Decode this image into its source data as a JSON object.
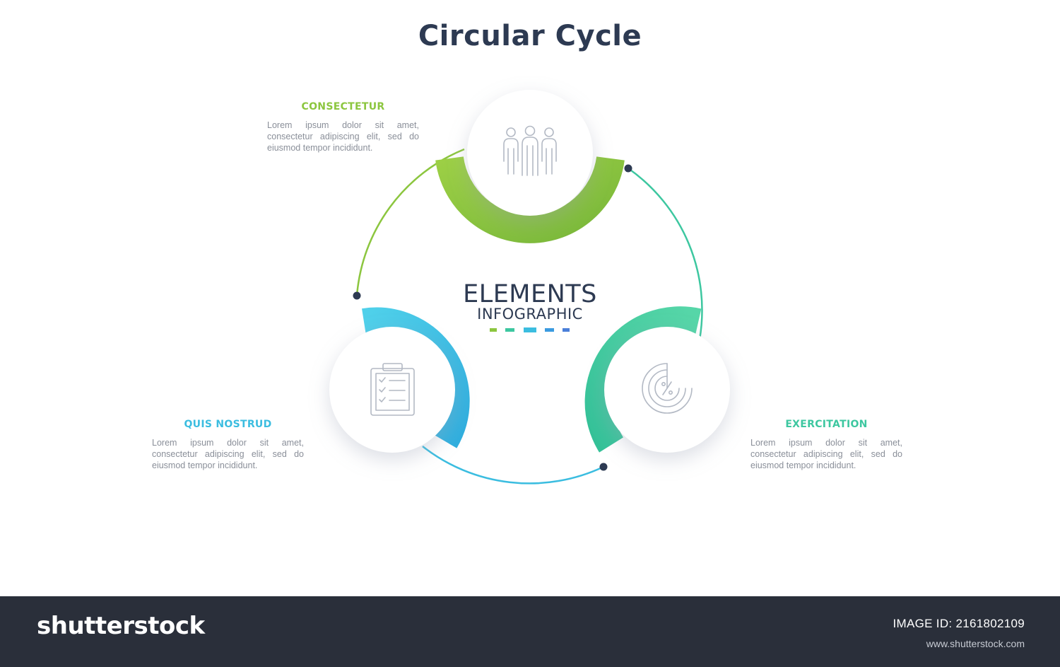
{
  "title": "Circular Cycle",
  "center": {
    "title": "ELEMENTS",
    "subtitle": "INFOGRAPHIC"
  },
  "colors": {
    "title": "#2d3a52",
    "green": "#8cc63f",
    "teal": "#3dc7a0",
    "blue": "#3bbde0",
    "dot": "#2d3a52",
    "legend_bars": [
      "#8cc63f",
      "#3dc7a0",
      "#3bbde0",
      "#3b9be0",
      "#4a7fd9"
    ]
  },
  "steps": [
    {
      "title": "CONSECTETUR",
      "color": "#8cc63f",
      "icon": "people-team-icon",
      "text": "Lorem ipsum dolor sit amet, consectetur adipiscing elit, sed do eiusmod tempor incididunt."
    },
    {
      "title": "QUIS NOSTRUD",
      "color": "#3bbde0",
      "icon": "clipboard-checklist-icon",
      "text": "Lorem ipsum dolor sit amet, consectetur adipiscing elit, sed do eiusmod tempor incididunt."
    },
    {
      "title": "EXERCITATION",
      "color": "#3dc7a0",
      "icon": "percent-chart-icon",
      "text": "Lorem ipsum dolor sit amet, consectetur adipiscing elit, sed do eiusmod tempor incididunt."
    }
  ],
  "footer": {
    "logo": "shutterstock",
    "image_id": "IMAGE ID: 2161802109",
    "url": "www.shutterstock.com"
  }
}
